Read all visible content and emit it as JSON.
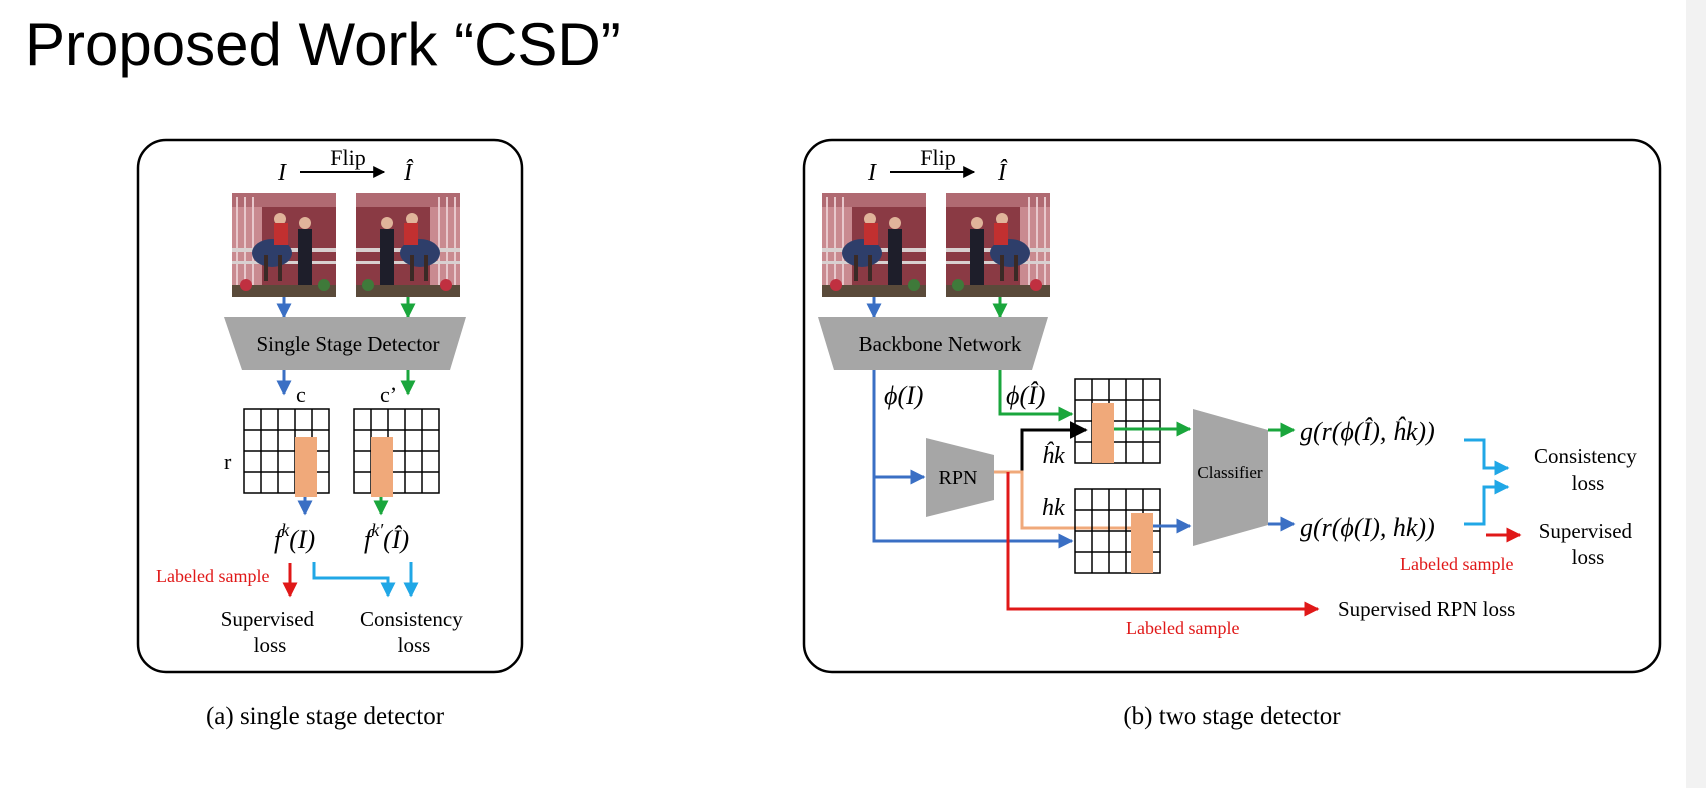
{
  "slide": {
    "title": "Proposed Work “CSD”"
  },
  "colors": {
    "blue": "#3a6fc4",
    "green": "#1aa63c",
    "cyan": "#20a7e6",
    "red": "#e01818",
    "orange": "#f0a97a",
    "gray": "#a6a6a6",
    "black": "#000000"
  },
  "panel_a": {
    "flip_label": "Flip",
    "input_label": "I",
    "flipped_label": "Î",
    "image_left": "photo-person-horse",
    "image_right": "photo-person-horse-flipped",
    "detector_label": "Single Stage Detector",
    "c_label": "c",
    "c_prime_label": "c’",
    "r_label": "r",
    "feature_left": "f k(I)",
    "feature_right": "f k′(Î)",
    "labeled_sample": "Labeled sample",
    "supervised_loss": [
      "Supervised",
      "loss"
    ],
    "consistency_loss": [
      "Consistency",
      "loss"
    ],
    "caption": "(a) single stage detector"
  },
  "panel_b": {
    "flip_label": "Flip",
    "input_label": "I",
    "flipped_label": "Î",
    "image_left": "photo-person-horse",
    "image_right": "photo-person-horse-flipped",
    "backbone_label": "Backbone Network",
    "phi_I": "ϕ(I)",
    "phi_I_hat": "ϕ(Î)",
    "rpn_label": "RPN",
    "h_hat_k": "ĥk",
    "h_k": "hk",
    "classifier_label": "Classifier",
    "g_flipped": "g(r(ϕ(Î), ĥk))",
    "g_orig": "g(r(ϕ(I), hk))",
    "consistency_loss": [
      "Consistency",
      "loss"
    ],
    "supervised_loss": [
      "Supervised",
      "loss"
    ],
    "labeled_sample_top": "Labeled sample",
    "supervised_rpn_loss": "Supervised RPN loss",
    "labeled_sample_bottom": "Labeled sample",
    "caption": "(b) two stage detector"
  }
}
